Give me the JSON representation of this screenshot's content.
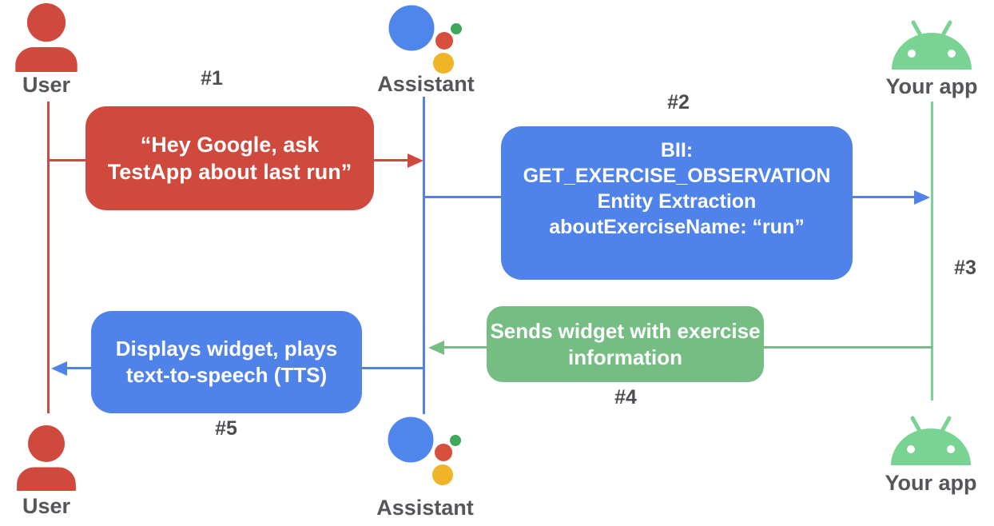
{
  "actors": {
    "user_top": "User",
    "assistant_top": "Assistant",
    "app_top": "Your app",
    "user_bottom": "User",
    "assistant_bottom": "Assistant",
    "app_bottom": "Your app"
  },
  "steps": {
    "s1": "#1",
    "s2": "#2",
    "s3": "#3",
    "s4": "#4",
    "s5": "#5"
  },
  "messages": {
    "m1": {
      "line1": "“Hey Google, ask",
      "line2": "TestApp about last run”"
    },
    "m2": {
      "line1": "BII:",
      "line2": "GET_EXERCISE_OBSERVATION",
      "line3": "Entity Extraction",
      "line4": "aboutExerciseName: “run”"
    },
    "m4": {
      "line1": "Sends widget with exercise",
      "line2": "information"
    },
    "m5": {
      "line1": "Displays widget, plays",
      "line2": "text-to-speech (TTS)"
    }
  },
  "colors": {
    "red": "#D0493D",
    "blue": "#5083EA",
    "green_box": "#76BD84",
    "green_app": "#79D392",
    "logo_blue": "#4E86EC",
    "logo_red": "#D94F3D",
    "logo_green": "#3FA85B",
    "logo_yellow": "#F0B428",
    "label_gray": "#54565A",
    "step_gray": "#4B4D50"
  }
}
